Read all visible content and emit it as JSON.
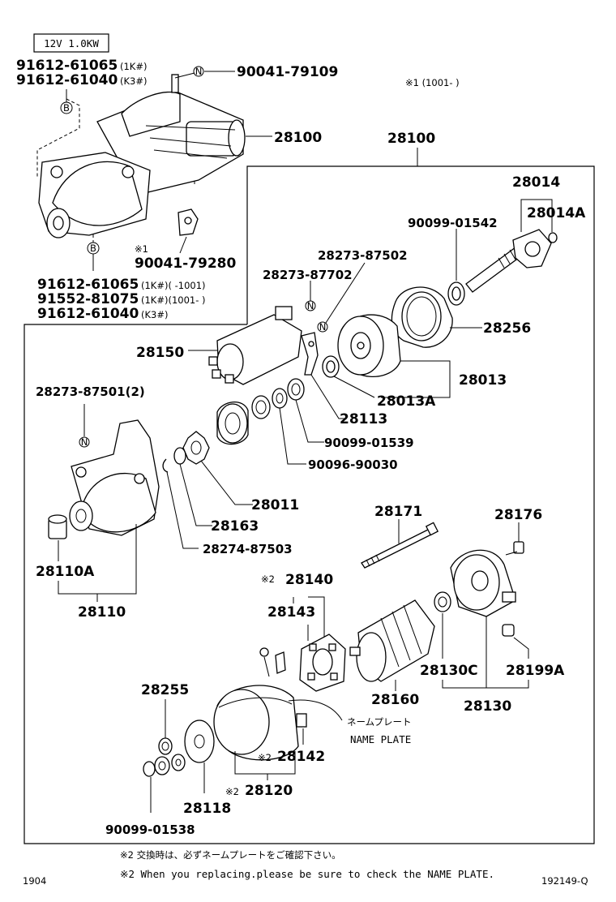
{
  "header": {
    "spec_box": "12V 1.0KW",
    "variant_note": "※1 (1001-    )",
    "footer_left": "1904",
    "footer_right": "192149-Q"
  },
  "assembly_view": {
    "bolt_1k": "91612-61065",
    "bolt_1k_tag": "(1K#)",
    "bolt_k3": "91612-61040",
    "bolt_k3_tag": "(K3#)",
    "nut_top": "90041-79109",
    "starter_assy": "28100",
    "nut_side": "90041-79280",
    "nut_side_mark": "※1",
    "lower_bolt_1": "91612-61065",
    "lower_bolt_1_tag": "(1K#)(     -1001)",
    "lower_bolt_2": "91552-81075",
    "lower_bolt_2_tag": "(1K#)(1001-     )",
    "lower_bolt_3": "91612-61040",
    "lower_bolt_3_tag": "(K3#)",
    "marker_b": "B",
    "marker_n": "N"
  },
  "exploded_view": {
    "assy_label": "28100",
    "parts": {
      "p28014": "28014",
      "p28014a": "28014A",
      "p90099_01542": "90099-01542",
      "p28273_87502": "28273-87502",
      "p28273_87702": "28273-87702",
      "p28256": "28256",
      "p28150": "28150",
      "p28013": "28013",
      "p28013a": "28013A",
      "p28273_87501": "28273-87501(2)",
      "p28113": "28113",
      "p90099_01539": "90099-01539",
      "p90096_90030": "90096-90030",
      "p28011": "28011",
      "p28163": "28163",
      "p28274_87503": "28274-87503",
      "p28110a": "28110A",
      "p28110": "28110",
      "p28171": "28171",
      "p28176": "28176",
      "p28140": "28140",
      "p28140_mark": "※2",
      "p28143": "28143",
      "p28130c": "28130C",
      "p28199a": "28199A",
      "p28130": "28130",
      "p28160": "28160",
      "p28255": "28255",
      "p28142": "28142",
      "p28142_mark": "※2",
      "p28120": "28120",
      "p28120_mark": "※2",
      "p28118": "28118",
      "p90099_01538": "90099-01538"
    },
    "name_plate_jp": "ネームプレート",
    "name_plate_en": "NAME PLATE"
  },
  "notes": {
    "jp": "※2 交換時は、必ずネームプレートをご確認下さい。",
    "en": "※2 When you replacing.please be sure to check the NAME PLATE."
  }
}
